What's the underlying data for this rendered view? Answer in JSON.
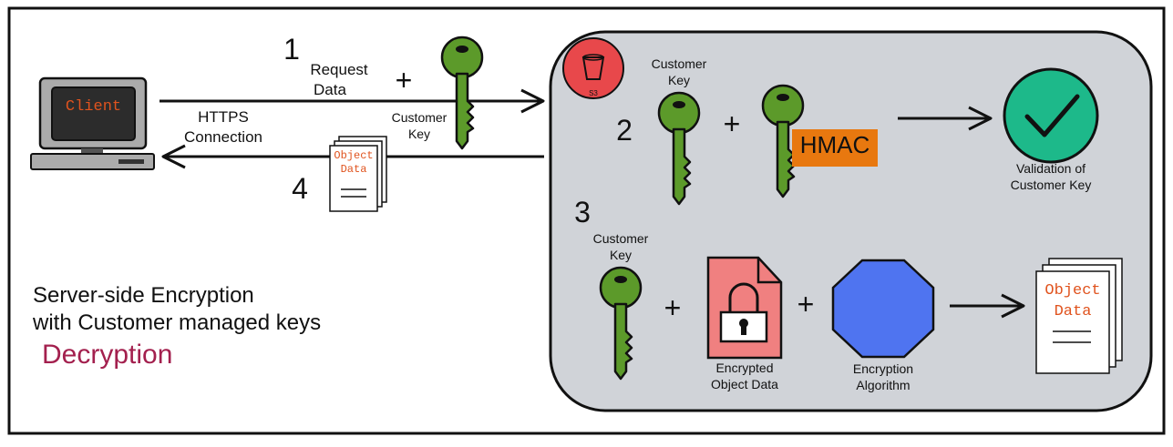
{
  "client": {
    "label": "Client"
  },
  "s3": {
    "badge": "S3"
  },
  "steps": {
    "one": "1",
    "two": "2",
    "three": "3",
    "four": "4"
  },
  "request": {
    "line1": "Request",
    "line2": "Data",
    "plus": "+",
    "key_line1": "Customer",
    "key_line2": "Key"
  },
  "connection": {
    "line1": "HTTPS",
    "line2": "Connection"
  },
  "object_doc": {
    "line1": "Object",
    "line2": "Data"
  },
  "step2": {
    "key_line1": "Customer",
    "key_line2": "Key",
    "plus": "+",
    "hmac": "HMAC",
    "validation_line1": "Validation of",
    "validation_line2": "Customer Key"
  },
  "step3": {
    "key_line1": "Customer",
    "key_line2": "Key",
    "plus1": "+",
    "plus2": "+",
    "encrypted_line1": "Encrypted",
    "encrypted_line2": "Object Data",
    "algo_line1": "Encryption",
    "algo_line2": "Algorithm"
  },
  "heading": {
    "line1": "Server-side Encryption",
    "line2": "with Customer managed keys",
    "line3": "Decryption"
  },
  "colors": {
    "key_green": "#5c9a2a",
    "hmac_orange": "#e8780f",
    "check_green": "#1db98a",
    "octagon_blue": "#4f74f0",
    "encrypted_red": "#f08080",
    "s3_red": "#e8484b",
    "panel_gray": "#d0d3d8",
    "accent_crimson": "#a3204e",
    "code_orange": "#e0531e"
  }
}
